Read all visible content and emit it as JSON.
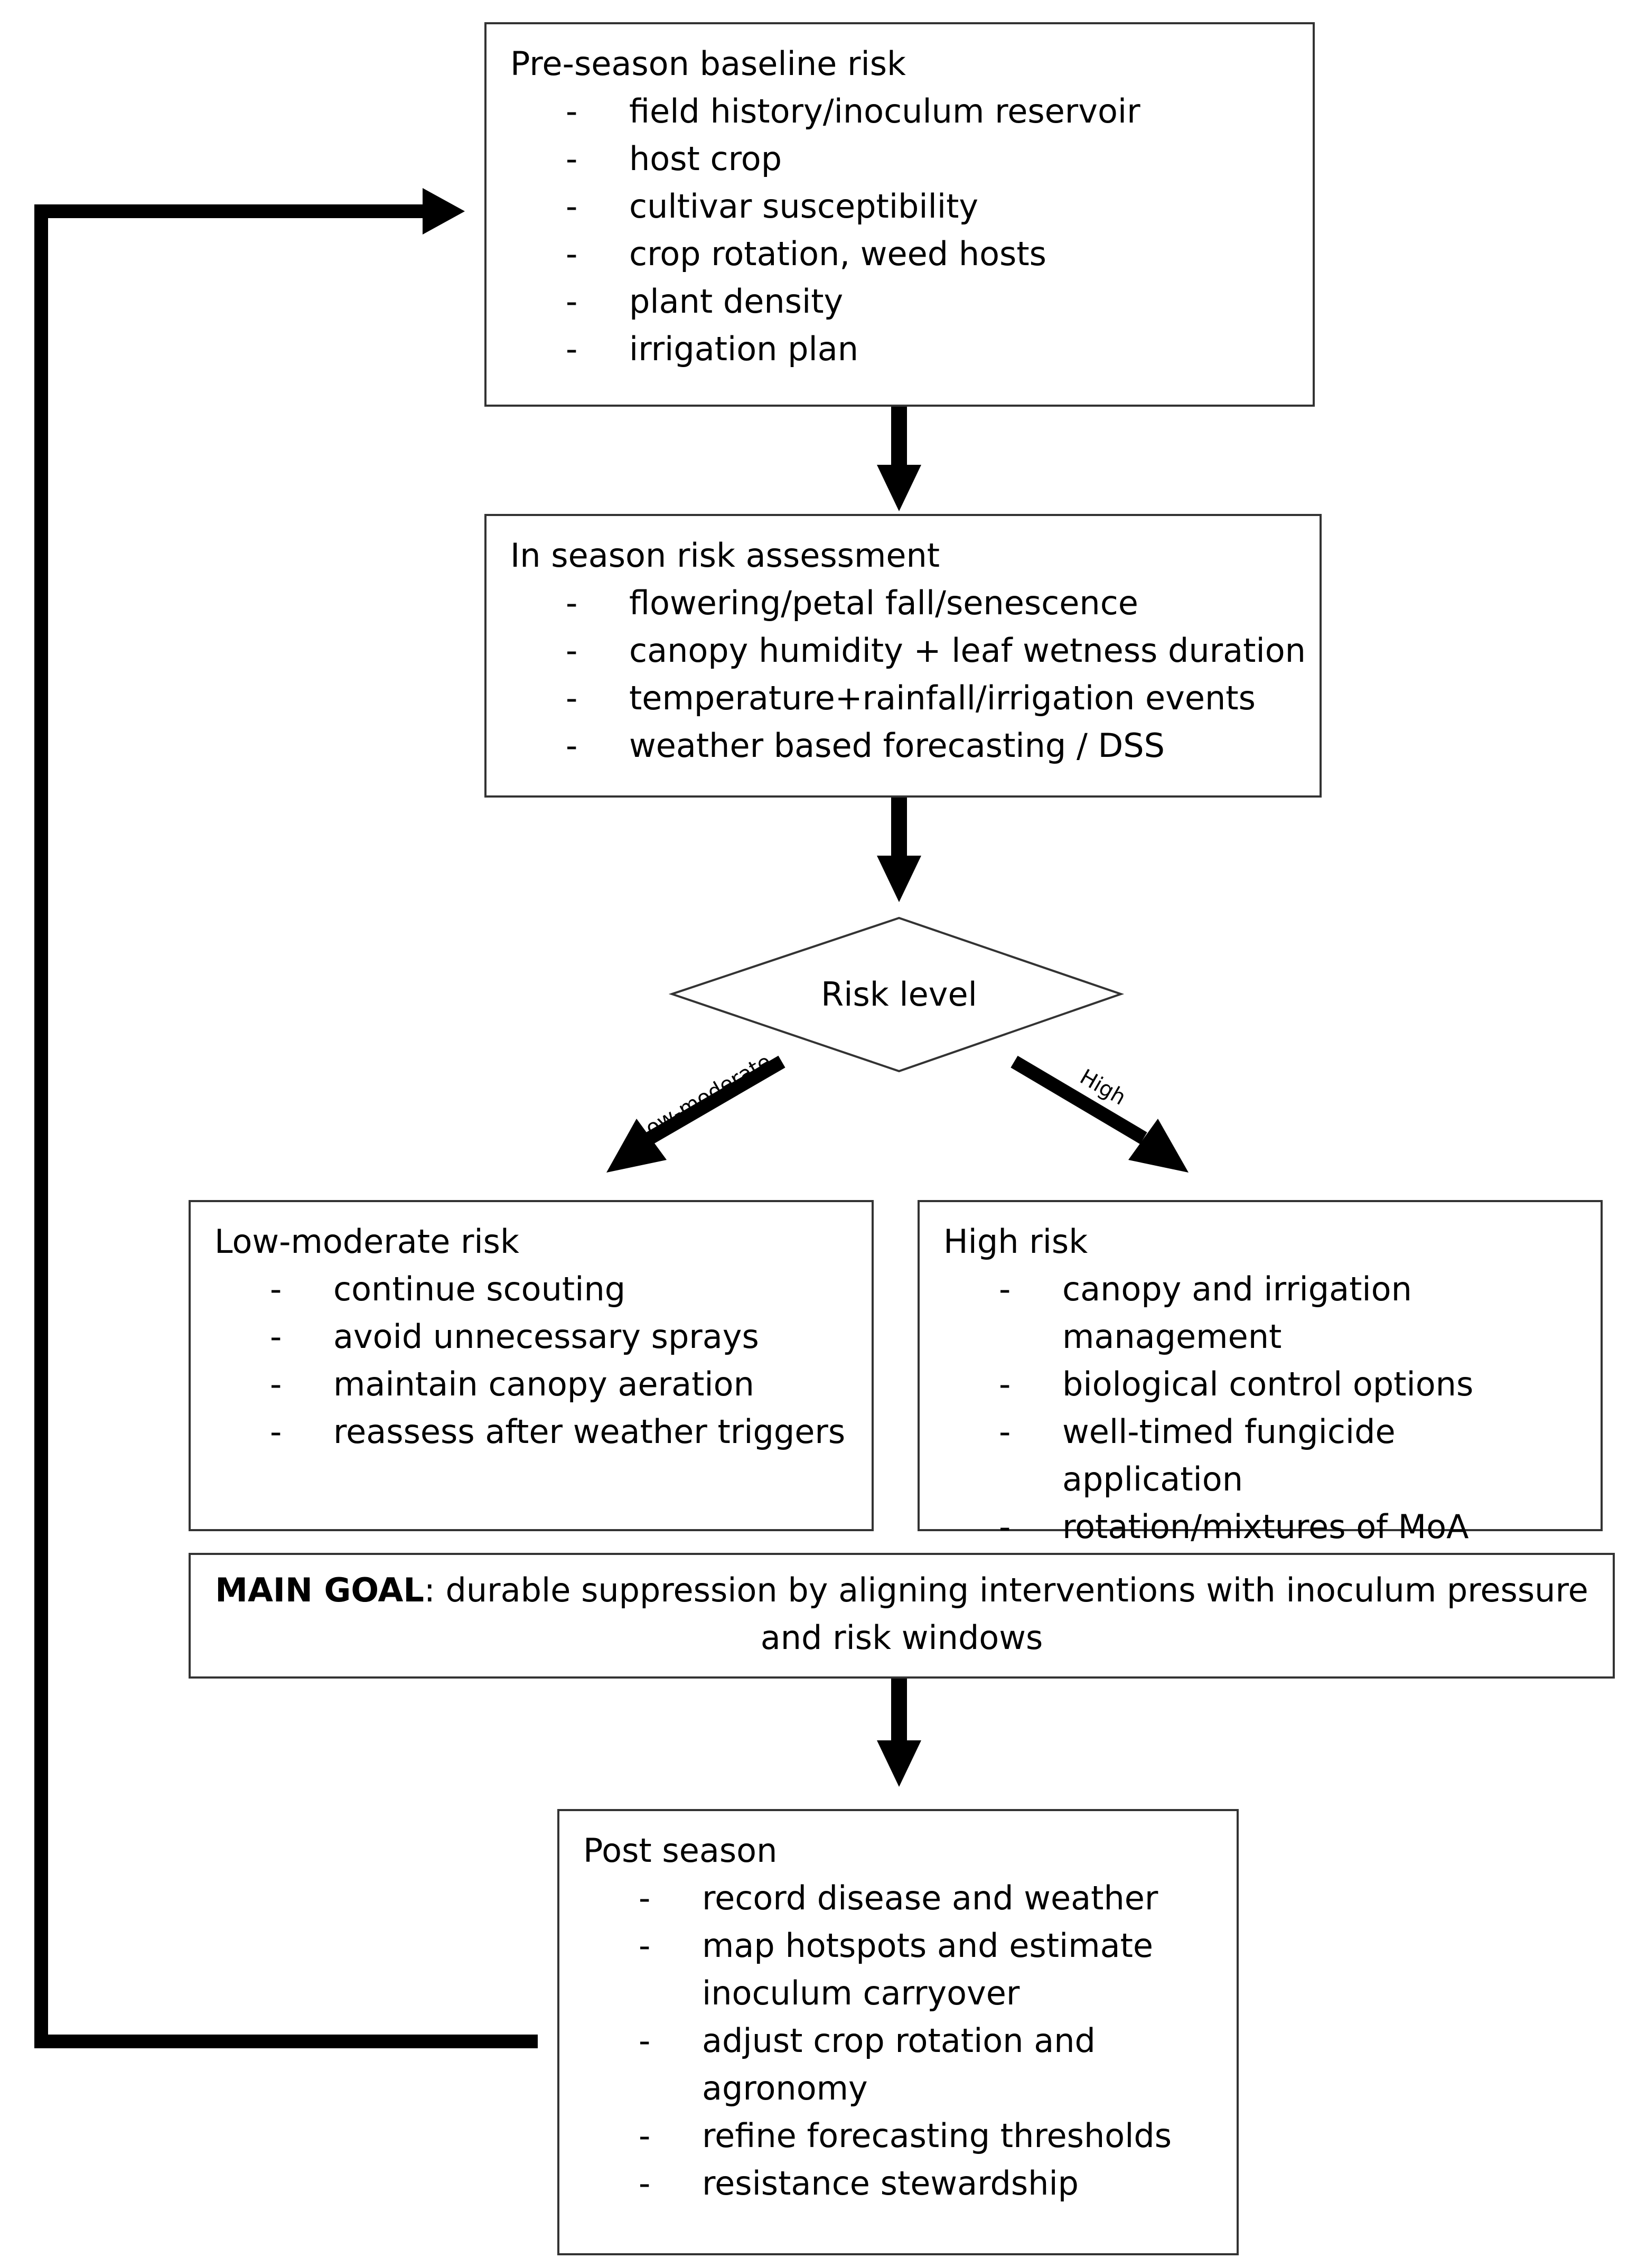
{
  "pre_season": {
    "title": "Pre-season baseline risk",
    "items": [
      "field history/inoculum reservoir",
      "host crop",
      "cultivar susceptibility",
      "crop rotation, weed hosts",
      "plant density",
      "irrigation plan"
    ]
  },
  "in_season": {
    "title": "In season risk assessment",
    "items": [
      "flowering/petal fall/senescence",
      "canopy humidity + leaf wetness duration",
      "temperature+rainfall/irrigation events",
      "weather based forecasting / DSS"
    ]
  },
  "decision": {
    "label": "Risk level",
    "branch_left": "Low-moderate",
    "branch_right": "High"
  },
  "low_moderate": {
    "title": "Low-moderate risk",
    "items": [
      "continue scouting",
      "avoid unnecessary sprays",
      "maintain canopy aeration",
      "reassess after weather triggers"
    ]
  },
  "high": {
    "title": "High risk",
    "items": [
      "canopy and irrigation management",
      "biological control options",
      "well-timed fungicide application",
      "rotation/mixtures of MoA"
    ]
  },
  "main_goal": {
    "label": "MAIN GOAL",
    "text": ": durable suppression by aligning interventions with inoculum pressure and risk windows"
  },
  "post_season": {
    "title": "Post season",
    "items": [
      "record disease and weather",
      "map hotspots and estimate inoculum carryover",
      "adjust crop rotation and agronomy",
      "refine forecasting thresholds",
      "resistance stewardship"
    ]
  },
  "bullet": "-"
}
